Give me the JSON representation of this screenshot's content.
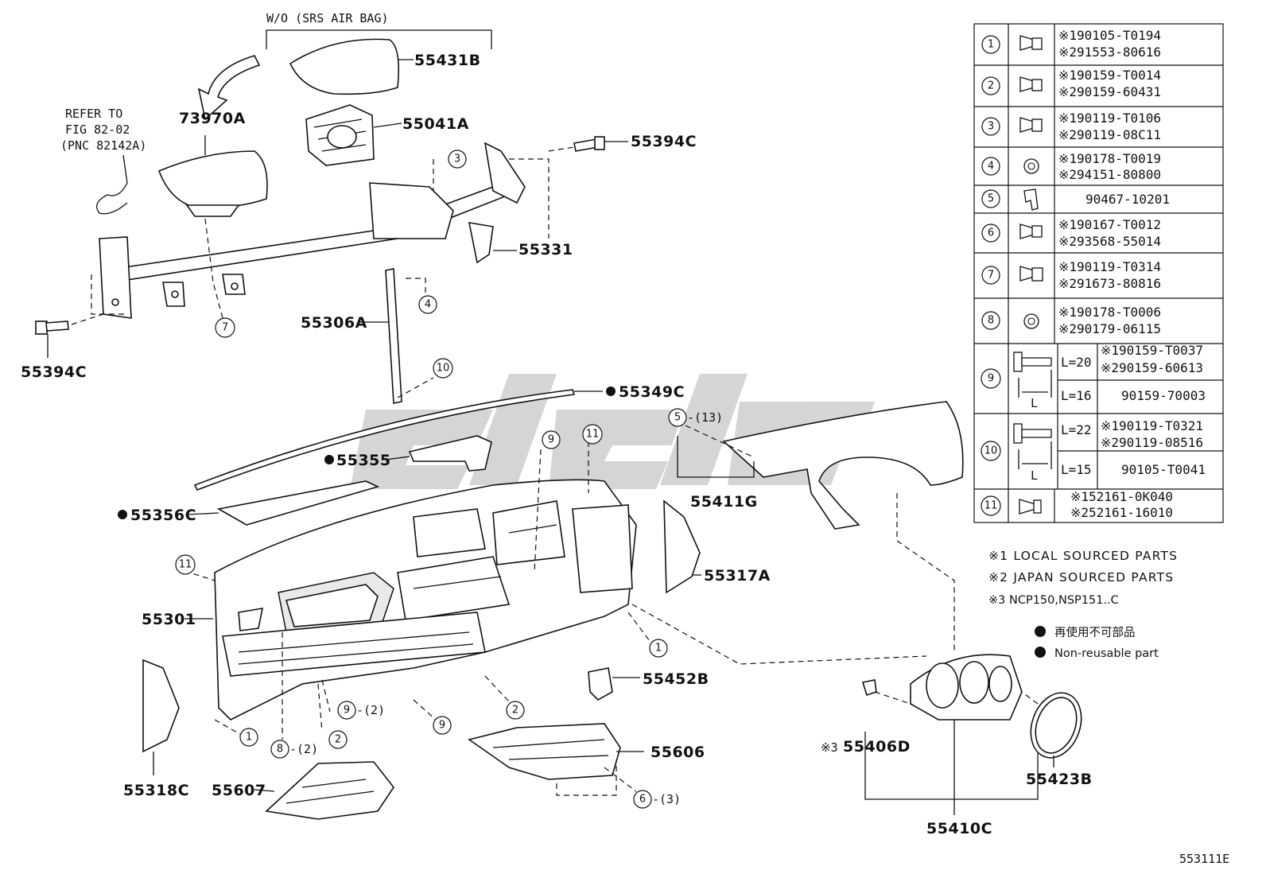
{
  "wo_label": "W/O (SRS AIR BAG)",
  "refer_lines": [
    "REFER TO",
    "FIG 82-02",
    "(PNC 82142A)"
  ],
  "part_labels": {
    "p55431B": "55431B",
    "p55041A": "55041A",
    "p73970A": "73970A",
    "p55394C_top": "55394C",
    "p55331": "55331",
    "p55306A": "55306A",
    "p55394C_left": "55394C",
    "p55349C": "55349C",
    "p55355": "55355",
    "p55356C": "55356C",
    "p55411G": "55411G",
    "p55317A": "55317A",
    "p55301": "55301",
    "p55452B": "55452B",
    "p55606": "55606",
    "p55607": "55607",
    "p55318C": "55318C",
    "p55406D": "55406D",
    "p55406D_prefix": "※3",
    "p55423B": "55423B",
    "p55410C": "55410C"
  },
  "callouts": {
    "c3": "3",
    "c7": "7",
    "c4": "4",
    "c10": "10",
    "c9a": "9",
    "c11a": "11",
    "c5": "5",
    "c5q": "-(13)",
    "c11b": "11",
    "c1a": "1",
    "c2a": "2",
    "c9b": "9",
    "c9bq": "-(2)",
    "c2b": "2",
    "c1b": "1",
    "c8": "8",
    "c8q": "-(2)",
    "c9c": "9",
    "c6": "6",
    "c6q": "-(3)"
  },
  "fastener_table": {
    "rows": [
      {
        "num": "1",
        "parts": [
          "※190105-T0194",
          "※291553-80616"
        ]
      },
      {
        "num": "2",
        "parts": [
          "※190159-T0014",
          "※290159-60431"
        ]
      },
      {
        "num": "3",
        "parts": [
          "※190119-T0106",
          "※290119-08C11"
        ]
      },
      {
        "num": "4",
        "parts": [
          "※190178-T0019",
          "※294151-80800"
        ]
      },
      {
        "num": "5",
        "parts": [
          "90467-10201"
        ]
      },
      {
        "num": "6",
        "parts": [
          "※190167-T0012",
          "※293568-55014"
        ]
      },
      {
        "num": "7",
        "parts": [
          "※190119-T0314",
          "※291673-80816"
        ]
      },
      {
        "num": "8",
        "parts": [
          "※190178-T0006",
          "※290179-06115"
        ]
      }
    ],
    "row9": {
      "num": "9",
      "sub": [
        {
          "len": "L=20",
          "parts": [
            "※190159-T0037",
            "※290159-60613"
          ]
        },
        {
          "len": "L=16",
          "parts": [
            "90159-70003"
          ]
        }
      ],
      "dim": "L"
    },
    "row10": {
      "num": "10",
      "sub": [
        {
          "len": "L=22",
          "parts": [
            "※190119-T0321",
            "※290119-08516"
          ]
        },
        {
          "len": "L=15",
          "parts": [
            "90105-T0041"
          ]
        }
      ],
      "dim": "L"
    },
    "row11": {
      "num": "11",
      "parts": [
        "※152161-0K040",
        "※252161-16010"
      ]
    }
  },
  "notes": [
    "※1 LOCAL SOURCED PARTS",
    "※2 JAPAN SOURCED PARTS",
    "※3 NCP150,NSP151..C"
  ],
  "legend": [
    "再使用不可部品",
    "Non-reusable part"
  ],
  "figure_id": "553111E",
  "watermark": "ete"
}
